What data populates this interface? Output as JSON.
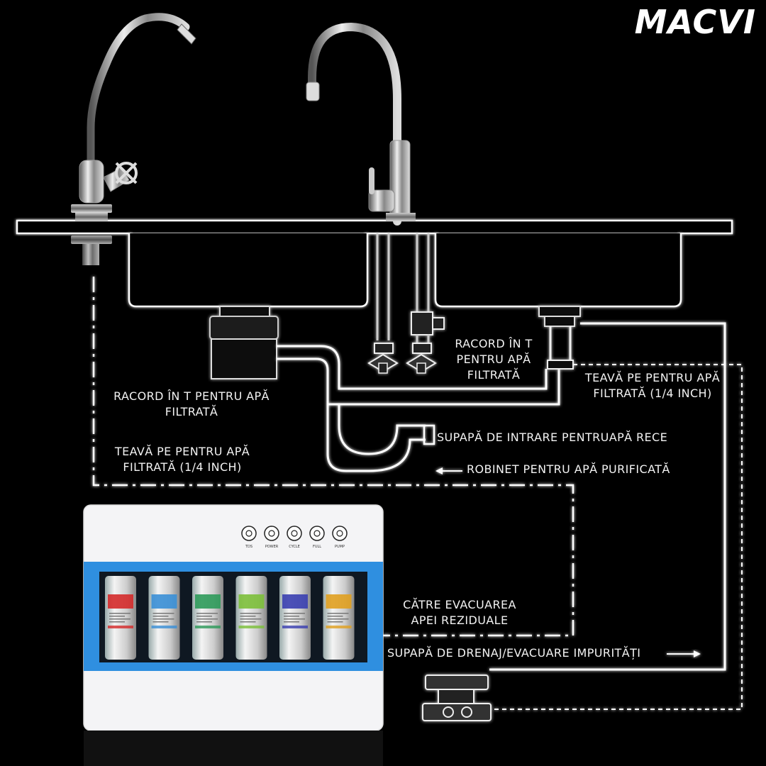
{
  "brand": {
    "logo_text": "MACVI"
  },
  "labels": {
    "racord_t_right": [
      "RACORD ÎN T",
      "PENTRU APĂ",
      "FILTRATĂ"
    ],
    "teava_right": [
      "TEAVĂ PE PENTRU APĂ",
      "FILTRATĂ (1/4 INCH)"
    ],
    "racord_t_left": [
      "RACORD ÎN T PENTRU APĂ",
      "FILTRATĂ"
    ],
    "supapa_intrare": "SUPAPĂ DE INTRARE PENTRUAPĂ RECE",
    "teava_left": [
      "TEAVĂ PE PENTRU APĂ",
      "FILTRATĂ (1/4 INCH)"
    ],
    "robinet_purificata": "ROBINET PENTRU APĂ PURIFICATĂ",
    "catre_evacuarea": [
      "CĂTRE EVACUAREA",
      "APEI REZIDUALE"
    ],
    "supapa_drenaj": "SUPAPĂ DE DRENAJ/EVACUARE IMPURITĂȚI"
  },
  "panel_icons": [
    {
      "name": "tds-icon",
      "label": "TDS"
    },
    {
      "name": "power-icon",
      "label": "POWER"
    },
    {
      "name": "cycle-icon",
      "label": "CYCLE"
    },
    {
      "name": "full-icon",
      "label": "FULL"
    },
    {
      "name": "pump-icon",
      "label": "PUMP"
    }
  ],
  "filter_colors": [
    "#d42a2a",
    "#3a8fd6",
    "#2e9a5a",
    "#7cbf3a",
    "#3a3fb0",
    "#e0a020"
  ],
  "colors": {
    "background": "#000000",
    "line": "#ffffff",
    "frame_blue": "#2f8fe0"
  }
}
